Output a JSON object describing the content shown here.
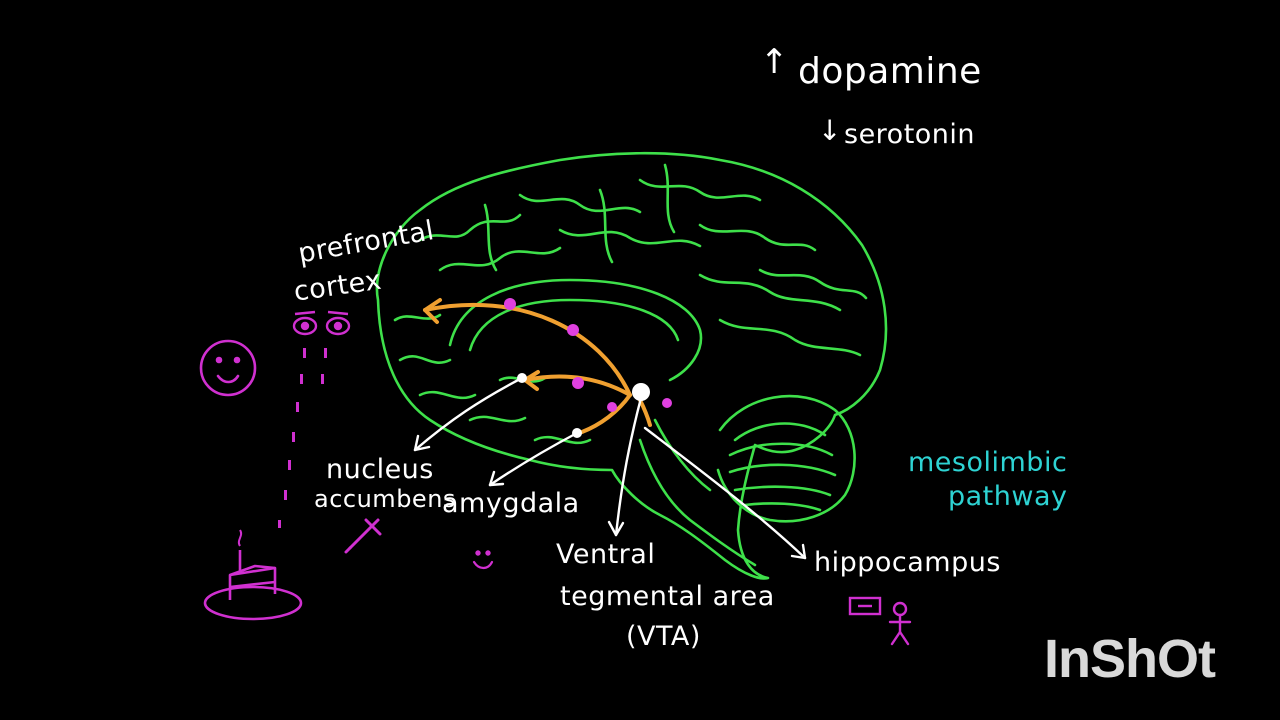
{
  "labels": {
    "dopamine": "dopamine",
    "serotonin": "serotonin",
    "dopamine_arrow": "↑",
    "serotonin_arrow": "↓",
    "prefrontal_line1": "prefrontal",
    "prefrontal_line2": "cortex",
    "nucleus_line1": "nucleus",
    "nucleus_line2": "accumbens",
    "amygdala": "amygdala",
    "vta_line1": "Ventral",
    "vta_line2": "tegmental area",
    "vta_line3": "(VTA)",
    "hippocampus": "hippocampus",
    "mesolimbic_line1": "mesolimbic",
    "mesolimbic_line2": "pathway"
  },
  "watermark": "InShOt",
  "colors": {
    "background": "#000000",
    "brain_outline": "#3ee04a",
    "pathway": "#f0a030",
    "synapse": "#e040e0",
    "label_text": "#ffffff",
    "pathway_label": "#2ed3d3",
    "doodles": "#d030d0"
  },
  "icons": [
    "smiley-face-icon",
    "eyes-icon",
    "birthday-cake-icon",
    "syringe-icon",
    "small-smile-icon",
    "person-icon",
    "photo-frame-icon"
  ]
}
